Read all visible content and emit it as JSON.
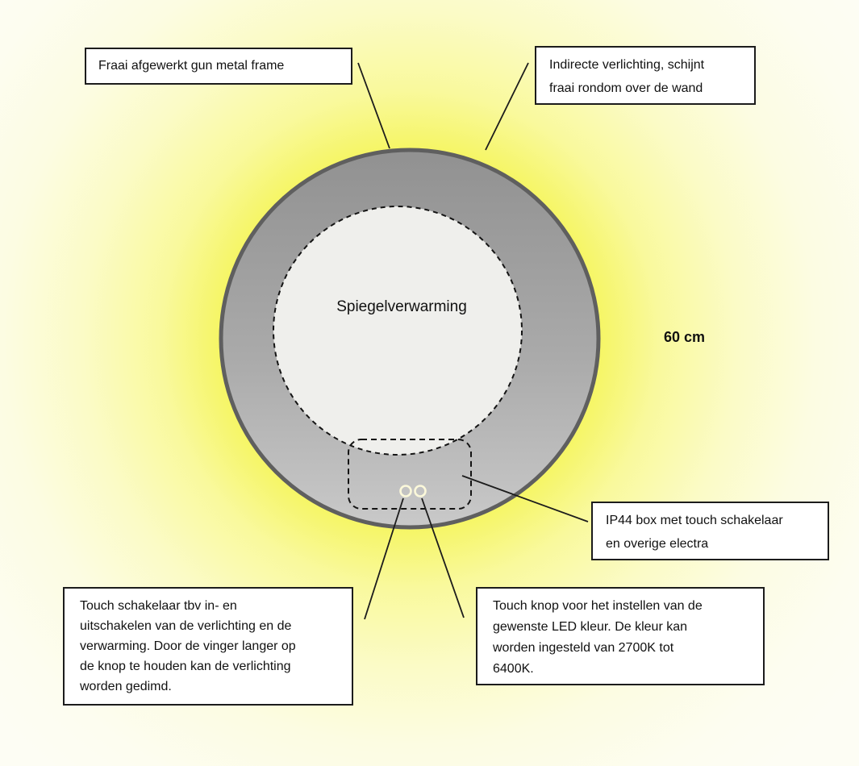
{
  "diagram": {
    "title": "Spiegelverwarming",
    "diameter_label": "60 cm",
    "annotations": {
      "frame": "Fraai afgewerkt gun metal frame",
      "indirect_lighting": [
        "Indirecte verlichting, schijnt",
        "fraai rondom over de wand"
      ],
      "ip44": [
        "IP44 box met touch schakelaar",
        "en overige electra"
      ],
      "touch_switch": [
        "Touch schakelaar tbv in- en",
        "uitschakelen van de verlichting en de",
        "verwarming. Door de vinger langer op",
        "de knop te houden kan de verlichting",
        "worden gedimd."
      ],
      "touch_color": [
        "Touch knop voor het instellen van de",
        "gewenste LED kleur. De kleur kan",
        "worden ingesteld van 2700K tot",
        "6400K."
      ]
    },
    "colors": {
      "glow_yellow": "#f5f562",
      "background_edge": "#fdfdf4",
      "frame_gray_top": "#949494",
      "frame_gray_bottom": "#c6c6c6",
      "frame_border": "#5f5f5f",
      "heating_area_fill": "#efefec",
      "touch_button_ring": "#fbf8da",
      "annotation_box_bg": "#ffffff",
      "line_color": "#1c1c1c"
    }
  }
}
